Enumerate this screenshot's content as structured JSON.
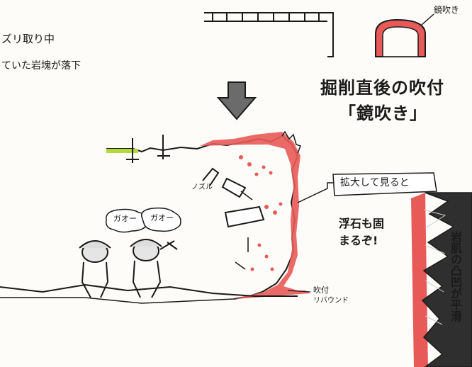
{
  "labels": {
    "top_left_line1": "ズリ取り中",
    "top_left_line2": "ていた岩塊が落下",
    "face_shotcrete_callout": "鏡吹き",
    "heading_line1": "掘削直後の吹付",
    "heading_line2": "「鏡吹き」",
    "enlarge_note": "拡大して見ると",
    "loose_rock_note": "浮石も固まるぞ!",
    "worker1_speech": "ガオー",
    "worker2_speech": "ガオー",
    "rebound_note_line1": "吹付",
    "rebound_note_line2": "リバウンド",
    "nozzle_label": "ノズル",
    "side_note": "岩肌の凸凹が平滑"
  },
  "colors": {
    "shotcrete_red": "#e85a58",
    "ink": "#1a1a1a",
    "paper": "#fdfcf8",
    "grass": "#b6d93a",
    "arrow_gray": "#6b6b6b"
  }
}
